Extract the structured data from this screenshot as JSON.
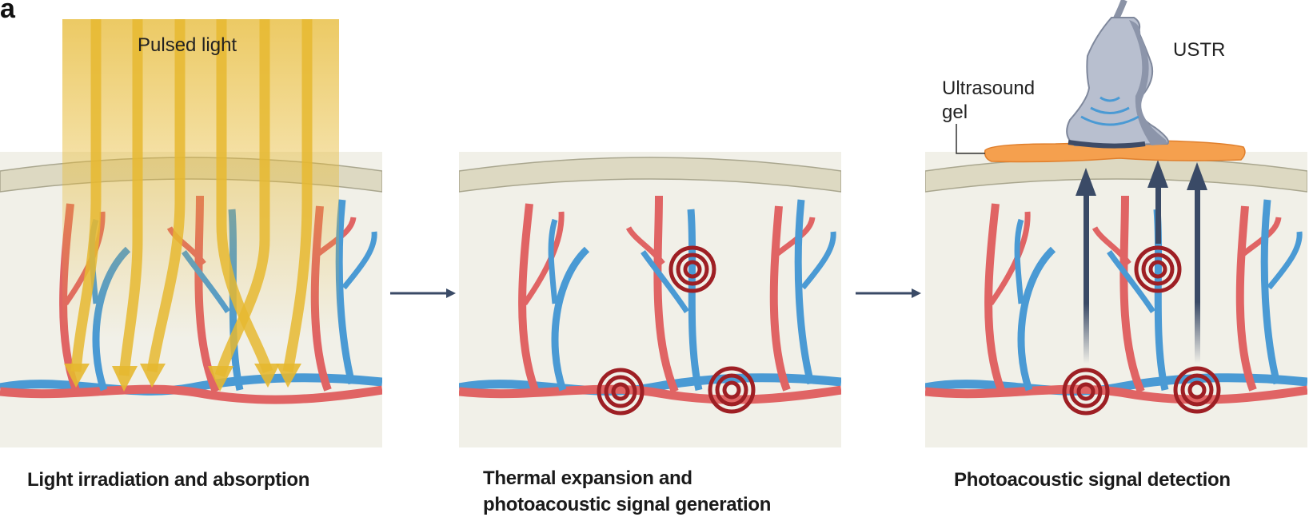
{
  "figure": {
    "panel_letter": "a",
    "panels": [
      {
        "id": "irradiation",
        "caption": "Light irradiation and absorption",
        "label": "Pulsed light"
      },
      {
        "id": "expansion",
        "caption_line1": "Thermal expansion and",
        "caption_line2": "photoacoustic signal generation"
      },
      {
        "id": "detection",
        "caption": "Photoacoustic signal detection",
        "label_transducer": "USTR",
        "label_gel_line1": "Ultrasound",
        "label_gel_line2": "gel"
      }
    ],
    "colors": {
      "artery": "#e06464",
      "vein": "#4a9ad4",
      "light": "#e6b830",
      "tissue": "#f1f0e8",
      "skin": "#ddd9c2",
      "signal_ring": "#9e1f24",
      "arrow": "#3a4a66",
      "gel": "#f5a04e",
      "probe": "#b8bfcf"
    }
  }
}
